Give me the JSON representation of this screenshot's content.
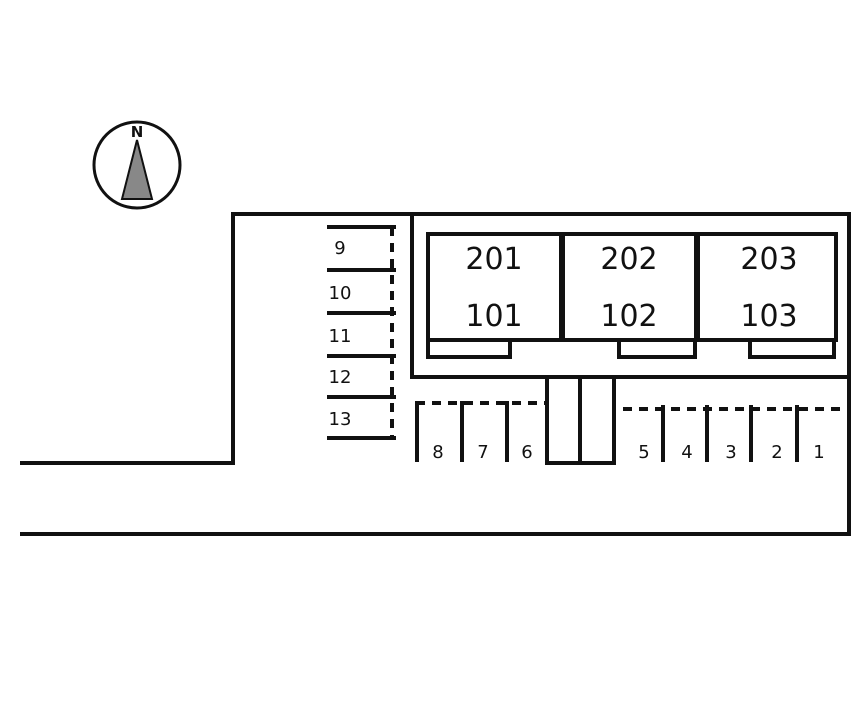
{
  "compass": {
    "label": "N",
    "icon": "north-arrow-icon"
  },
  "building": {
    "units": [
      {
        "upper": "201",
        "lower": "101"
      },
      {
        "upper": "202",
        "lower": "102"
      },
      {
        "upper": "203",
        "lower": "103"
      }
    ]
  },
  "parking": {
    "left_column": [
      "9",
      "10",
      "11",
      "12",
      "13"
    ],
    "bottom_row_left": [
      "8",
      "7",
      "6"
    ],
    "bottom_row_right": [
      "5",
      "4",
      "3",
      "2",
      "1"
    ]
  },
  "colors": {
    "line": "#111111",
    "background": "#ffffff",
    "arrow_fill": "#888888"
  }
}
